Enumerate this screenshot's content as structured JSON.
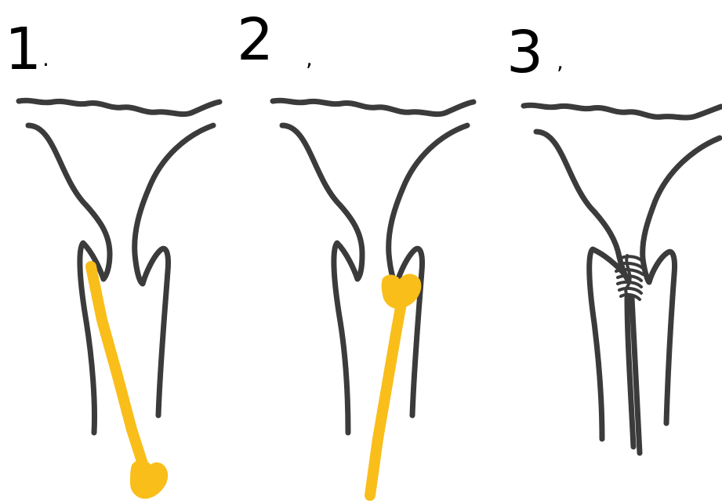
{
  "panels": [
    {
      "number": "1",
      "dot": "."
    },
    {
      "number": "2",
      "dot": ","
    },
    {
      "number": "3",
      "dot": ","
    }
  ],
  "colors": {
    "outline": "#3b3b3b",
    "instrument": "#f9be1a",
    "text": "#000000",
    "background": "#ffffff"
  }
}
